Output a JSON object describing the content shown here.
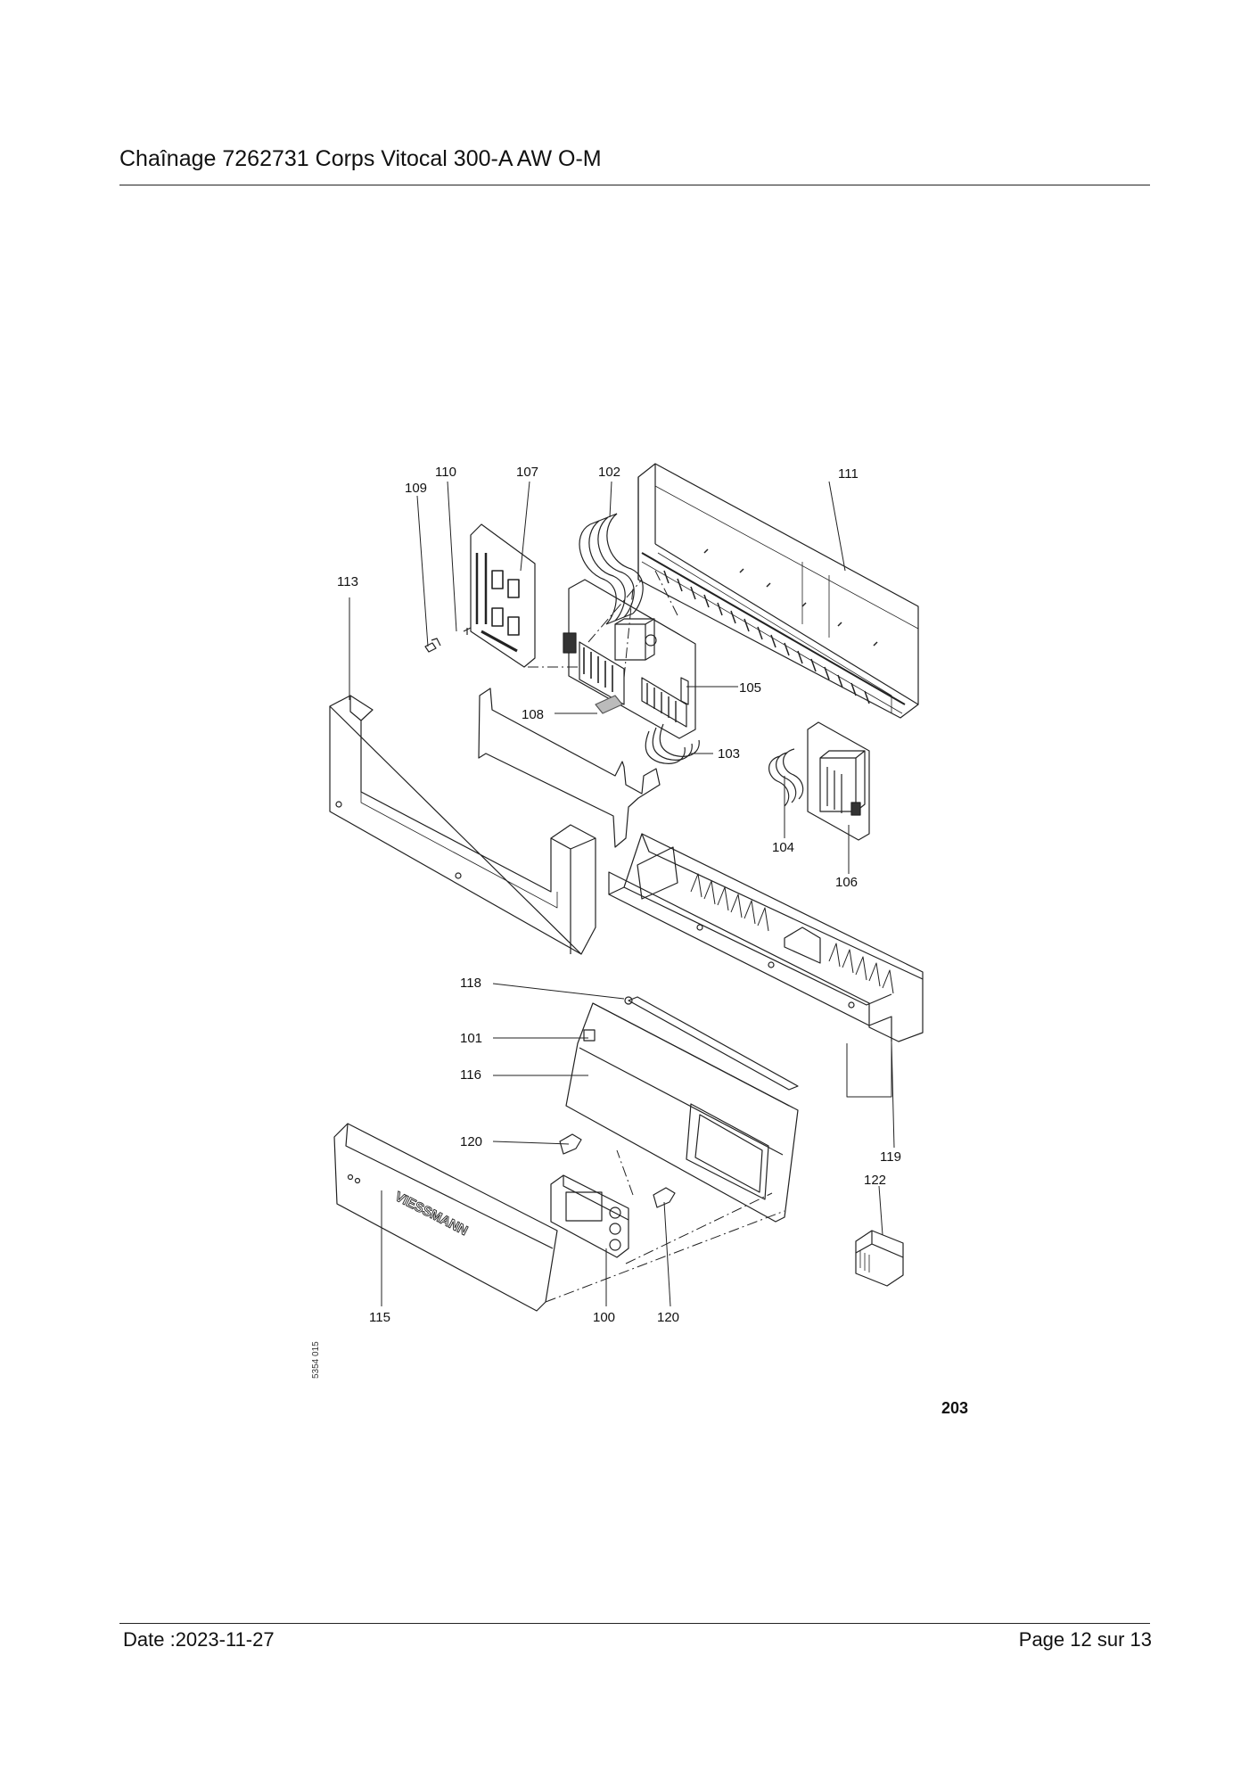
{
  "header": {
    "title": "Chaînage 7262731 Corps Vitocal 300-A AW O-M"
  },
  "diagram": {
    "labels": {
      "l100": "100",
      "l101": "101",
      "l102": "102",
      "l103": "103",
      "l104": "104",
      "l105": "105",
      "l106": "106",
      "l107": "107",
      "l108": "108",
      "l109": "109",
      "l110": "110",
      "l111": "111",
      "l113": "113",
      "l115": "115",
      "l116": "116",
      "l118": "118",
      "l119": "119",
      "l120a": "120",
      "l120b": "120",
      "l122": "122"
    },
    "drawing_code": "5354 015",
    "figure_number": "203",
    "logo_text": "VIESSMANN"
  },
  "footer": {
    "date": "Date :2023-11-27",
    "page": "Page 12 sur  13"
  }
}
